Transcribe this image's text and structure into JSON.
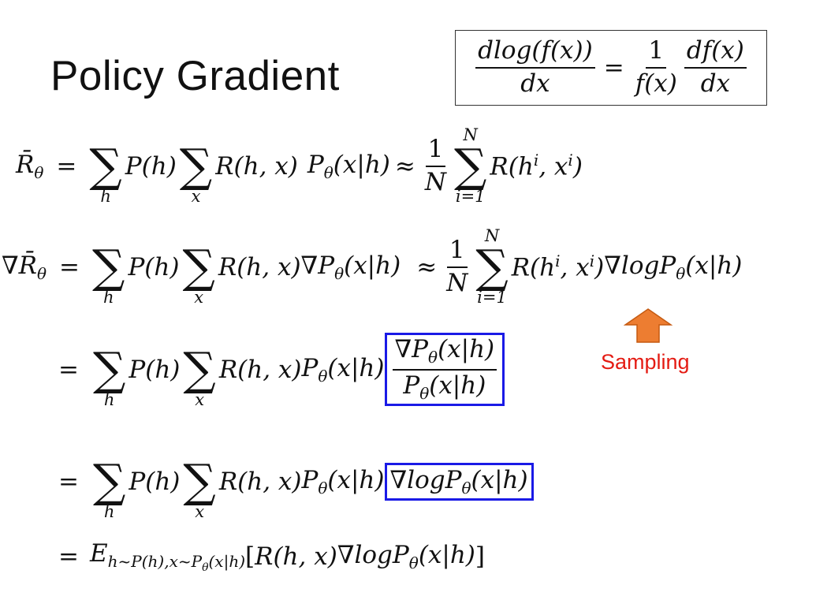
{
  "slide": {
    "title": "Policy Gradient",
    "annotation": "Sampling",
    "arrow_icon": "up-arrow-icon",
    "arrow_color": "#ed7d31",
    "highlight_color": "#1a1ae6",
    "annotation_color": "#e41b13"
  },
  "identity": {
    "num": "dlog(f(x))",
    "num_den": "dx",
    "eq": "=",
    "one": "1",
    "fx": "f(x)",
    "dfx": "df(x)",
    "dx": "dx"
  },
  "eq": {
    "lhs1_base": "R̄",
    "lhs1_sub": "θ",
    "lhs2_prefix": "∇",
    "lhs2_base": "R̄",
    "lhs2_sub": "θ",
    "equals": "=",
    "approx": "≈",
    "sum_symbol": "∑",
    "sum_h": "h",
    "sum_x": "x",
    "sum_i": "i=1",
    "sum_N": "N",
    "one": "1",
    "N": "N",
    "P_h": "P(h)",
    "R_hx": "R(h, x)",
    "P_theta": "P",
    "theta": "θ",
    "cond": "(x|h)",
    "R_hi": "R(h",
    "sup_i": "i",
    "comma_x": ", x",
    "close_paren": ")",
    "nabla": "∇",
    "log": "log",
    "E": "E",
    "E_sub": "h~P(h),x~P",
    "E_sub_theta": "θ",
    "E_sub_cond": "(x|h)",
    "bracket_open": "[",
    "bracket_close": "]"
  }
}
